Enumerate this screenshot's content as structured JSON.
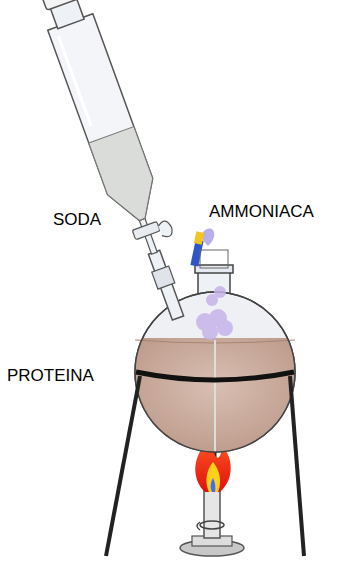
{
  "diagram": {
    "labels": [
      "SODA",
      "AMMONIACA",
      "PROTEINA"
    ]
  }
}
